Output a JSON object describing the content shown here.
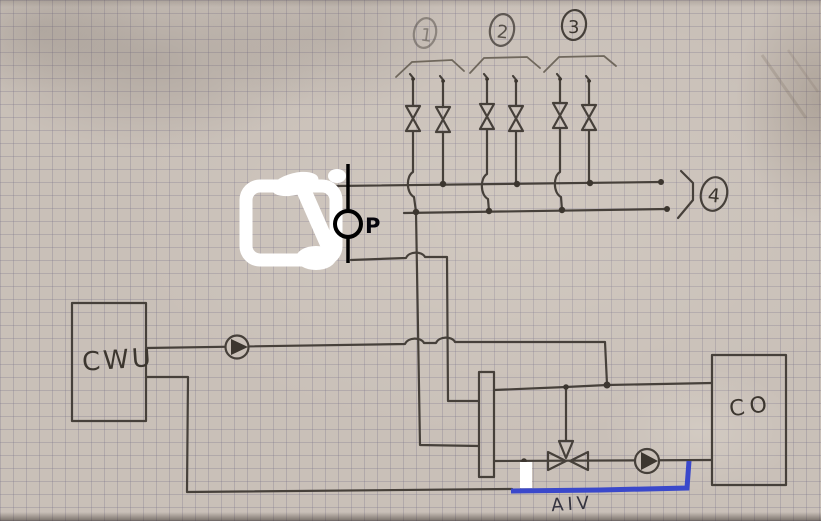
{
  "meta": {
    "description": "Photograph of a hand-drawn central-heating / hot-water schematic sketched in pencil on squared graph paper, with a white correction-fluid patch, a digitally added pressure point marked P, and a blue marker correction line"
  },
  "labels": {
    "cwu": "CWU",
    "co": "CO",
    "pressure": "P",
    "aiv": "AIV"
  },
  "zones": {
    "zone1": "1",
    "zone2": "2",
    "zone3": "3",
    "zone4": "4"
  },
  "colors": {
    "paper": "#c9c0b8",
    "pencil_ink": "#46403a",
    "digital_black": "#000000",
    "correction_blue": "#3a48cb",
    "whiteout": "#ffffff"
  },
  "symbols": {
    "shutoff_valve_count": "6",
    "circulation_pump_count": "2",
    "three_way_valve": "three-way-mixing-valve",
    "pressure_gauge": "pressure-gauge",
    "separator": "hydraulic-separator"
  }
}
